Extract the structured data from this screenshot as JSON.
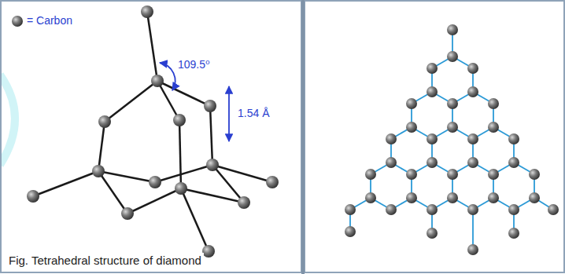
{
  "diagram": {
    "caption": "Fig. Tetrahedral structure of diamond",
    "labels": [
      "109.5⁰",
      "1.54 Å"
    ],
    "legend": [
      {
        "text": "= Carbon"
      }
    ]
  }
}
